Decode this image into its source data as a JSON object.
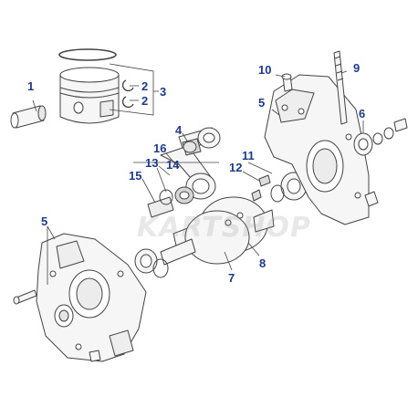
{
  "diagram": {
    "callouts": [
      {
        "id": "c1",
        "label": "1"
      },
      {
        "id": "c2a",
        "label": "2"
      },
      {
        "id": "c2b",
        "label": "2"
      },
      {
        "id": "c3",
        "label": "3"
      },
      {
        "id": "c4",
        "label": "4"
      },
      {
        "id": "c5a",
        "label": "5"
      },
      {
        "id": "c5b",
        "label": "5"
      },
      {
        "id": "c6",
        "label": "6"
      },
      {
        "id": "c7",
        "label": "7"
      },
      {
        "id": "c8",
        "label": "8"
      },
      {
        "id": "c9",
        "label": "9"
      },
      {
        "id": "c10",
        "label": "10"
      },
      {
        "id": "c11",
        "label": "11"
      },
      {
        "id": "c12",
        "label": "12"
      },
      {
        "id": "c13",
        "label": "13"
      },
      {
        "id": "c14",
        "label": "14"
      },
      {
        "id": "c15",
        "label": "15"
      },
      {
        "id": "c16",
        "label": "16"
      }
    ],
    "watermark": "KARTSHOP",
    "colors": {
      "callout": "#1e3a8c",
      "line": "#444444",
      "fill": "#f4f4f4"
    }
  }
}
